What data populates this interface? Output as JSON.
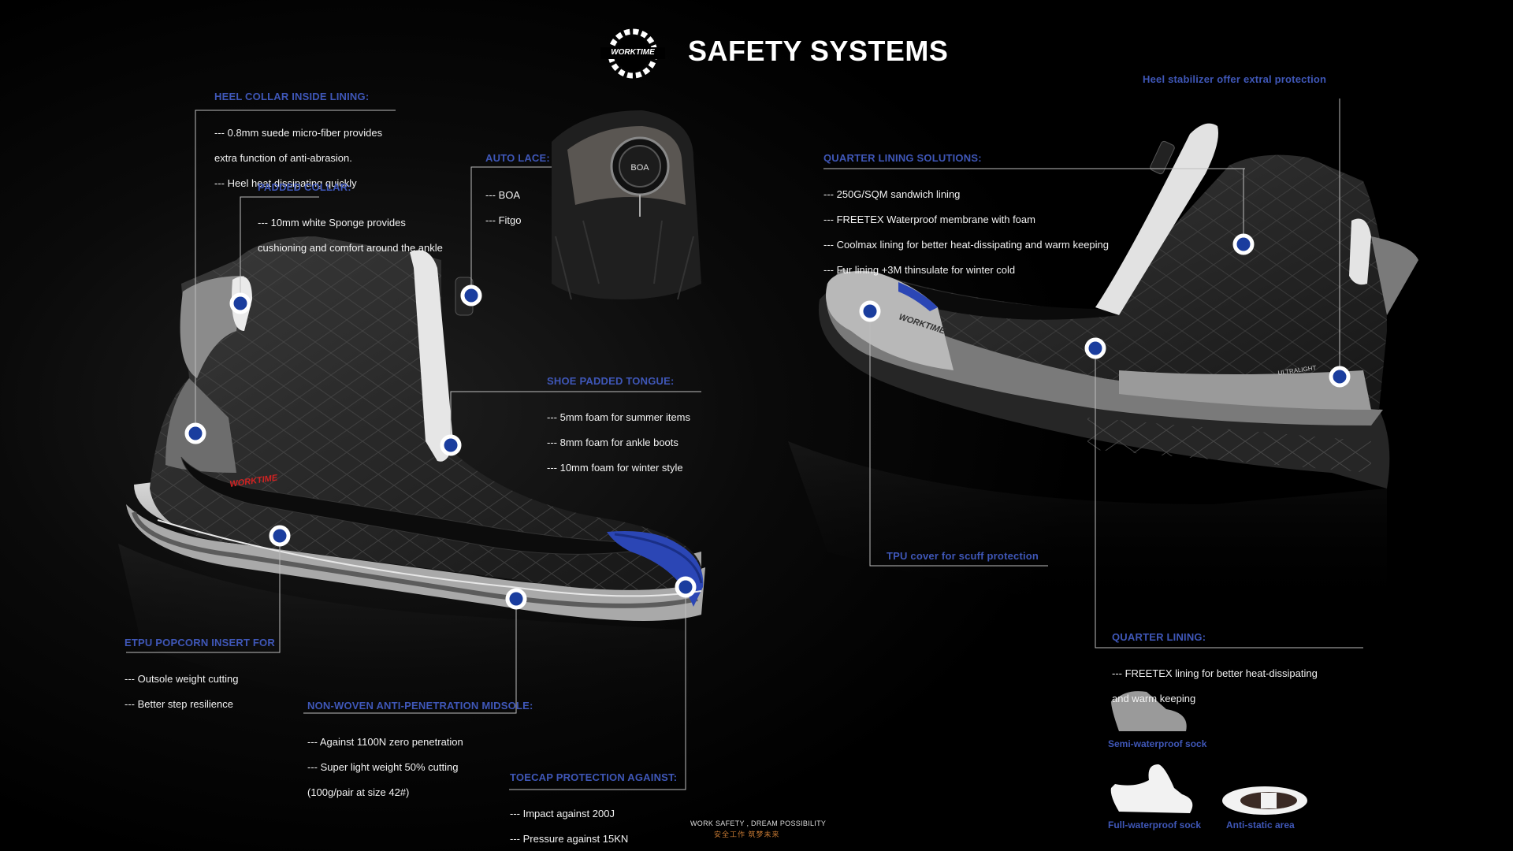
{
  "header": {
    "logo_text": "WORKTIME",
    "title": "SAFETY SYSTEMS"
  },
  "callouts": {
    "heel_collar": {
      "title": "HEEL COLLAR INSIDE LINING:",
      "lines": [
        "--- 0.8mm suede micro-fiber provides",
        "extra function of anti-abrasion.",
        "--- Heel heat dissipating quickly"
      ]
    },
    "padded_collar": {
      "title": "PADDED COLLAR:",
      "lines": [
        "--- 10mm white Sponge provides",
        "cushioning and comfort around the ankle"
      ]
    },
    "auto_lace": {
      "title": "AUTO LACE:",
      "lines": [
        "--- BOA",
        "--- Fitgo"
      ]
    },
    "tongue": {
      "title": "SHOE PADDED TONGUE:",
      "lines": [
        "--- 5mm foam for summer items",
        "--- 8mm foam for ankle boots",
        "--- 10mm foam for winter style"
      ]
    },
    "etpu": {
      "title": "ETPU POPCORN INSERT FOR",
      "lines": [
        "--- Outsole weight cutting",
        "--- Better step resilience"
      ]
    },
    "midsole": {
      "title": "NON-WOVEN ANTI-PENETRATION MIDSOLE:",
      "lines": [
        "--- Against 1100N  zero penetration",
        "--- Super light weight 50% cutting",
        "(100g/pair at size 42#)"
      ]
    },
    "toecap": {
      "title": "TOECAP PROTECTION AGAINST:",
      "lines": [
        "--- Impact against 200J",
        "--- Pressure against 15KN"
      ]
    },
    "quarter_solutions": {
      "title": "QUARTER LINING SOLUTIONS:",
      "lines": [
        "--- 250G/SQM sandwich lining",
        "--- FREETEX Waterproof membrane with foam",
        "--- Coolmax lining for better heat-dissipating and warm keeping",
        "--- Fur lining +3M thinsulate for winter cold"
      ]
    },
    "heel_stabilizer": {
      "title": "Heel stabilizer offer extral protection"
    },
    "tpu_cover": {
      "title": "TPU cover for scuff protection"
    },
    "quarter_lining": {
      "title": "QUARTER LINING:",
      "lines": [
        "--- FREETEX lining for better heat-dissipating",
        "and warm keeping"
      ]
    }
  },
  "socks": {
    "semi": "Semi-waterproof sock",
    "full": "Full-waterproof sock",
    "anti_static": "Anti-static area"
  },
  "boa_dial_label": "BOA",
  "shoe_brand_mark": "WORKTIME",
  "ultralight_mark": "ULTRALIGHT",
  "footer": {
    "slogan": "WORK SAFETY , DREAM POSSIBILITY",
    "slogan_cn": "安全工作  筑梦未来"
  },
  "colors": {
    "accent_blue": "#3f57b8",
    "dot_blue": "#1a3d9e",
    "background": "#000000",
    "brand_red": "#d22222"
  }
}
